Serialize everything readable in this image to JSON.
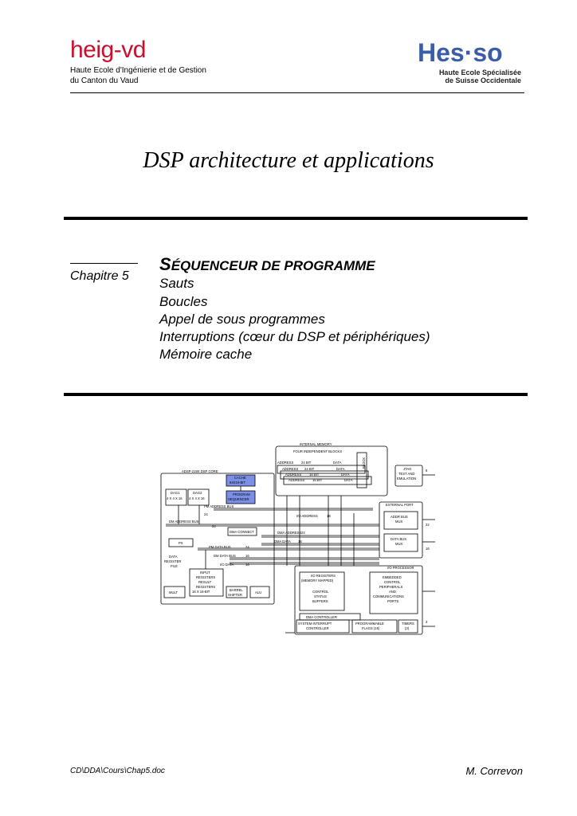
{
  "header": {
    "left_logo": "heig-vd",
    "left_line1": "Haute Ecole d'Ingénierie et de Gestion",
    "left_line2": "du Canton du Vaud",
    "right_logo": "Hes·so",
    "right_line1": "Haute Ecole Spécialisée",
    "right_line2": "de Suisse Occidentale"
  },
  "title": "DSP architecture et applications",
  "chapter": "Chapitre 5",
  "section": {
    "title_initial": "S",
    "title_rest": "ÉQUENCEUR DE PROGRAMME",
    "topics": [
      "Sauts",
      "Boucles",
      "Appel de sous programmes",
      "Interruptions (cœur du DSP et périphériques)",
      "Mémoire cache"
    ]
  },
  "diagram": {
    "labels": {
      "internal_memory": "INTERNAL MEMORY",
      "four_blocks": "FOUR INDEPENDENT BLOCKS",
      "address": "ADDRESS",
      "data": "DATA",
      "bits24": "24 BIT",
      "bits16": "16 BIT",
      "block": "BLOCK",
      "jtag": "JTAG",
      "test_and": "TEST AND",
      "emulation": "EMULATION",
      "core": "ADSP-219X DSP CORE",
      "cache": "CACHE",
      "cache_size": "64X24-BIT",
      "program": "PROGRAM",
      "sequencer": "SEQUENCER",
      "dag1": "DAG1",
      "dag2": "DAG2",
      "dag_size": "4 X 4 X 16",
      "pm_address_bus": "PM ADDRESS BUS",
      "dm_address_bus": "DM ADDRESS BUS",
      "dma_connect": "DMA CONNECT",
      "io_address": "I/O ADDRESS",
      "dma_address": "DMA ADDRESS",
      "dma_data": "DMA DATA",
      "px": "PX",
      "pm_data_bus": "PM DATA BUS",
      "dm_data_bus": "DM DATA BUS",
      "io_data": "I/O DATA",
      "external_port": "EXTERNAL PORT",
      "addr_bus_mux1": "ADDR BUS",
      "mux": "MUX",
      "data_bus": "DATA BUS",
      "data_register": "DATA",
      "register": "REGISTER",
      "file": "FILE",
      "input": "INPUT",
      "registers": "REGISTERS",
      "result": "RESULT",
      "result_size": "16 X 16-BIT",
      "mult": "MULT",
      "barrel": "BARREL",
      "shifter": "SHIFTER",
      "alu": "ALU",
      "io_processor": "I/O PROCESSOR",
      "io_registers": "I/O REGISTERS",
      "memory_mapped": "(MEMORY MAPPED)",
      "control": "CONTROL",
      "status": "STATUS",
      "buffers": "BUFFERS",
      "embedded": "EMBEDDED",
      "peripherals": "PERIPHERALS",
      "and": "AND",
      "communications": "COMMUNICATIONS",
      "ports": "PORTS",
      "dma_controller": "DMA CONTROLLER",
      "system_interrupt": "SYSTEM INTERRUPT",
      "controller": "CONTROLLER",
      "programmable": "PROGRAMMABLE",
      "flags": "FLAGS (16)",
      "timers": "TIMERS",
      "timers_count": "(3)",
      "n24": "24",
      "n18": "18",
      "n16": "16",
      "n22": "22",
      "n3": "3",
      "n6": "6"
    },
    "colors": {
      "highlight": "#7b8fe6",
      "line": "#000000"
    }
  },
  "footer": {
    "path": "CD\\DDA\\Cours\\Chap5.doc",
    "author": "M. Correvon"
  }
}
